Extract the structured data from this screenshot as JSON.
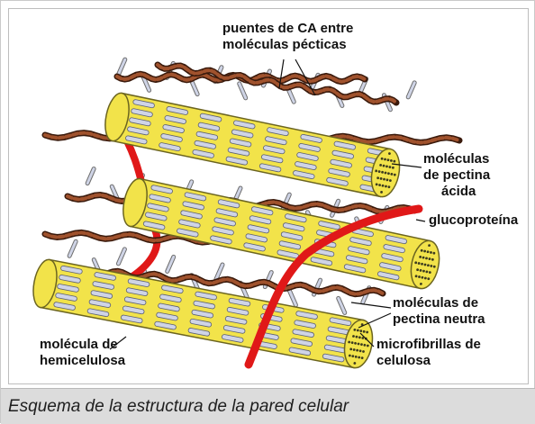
{
  "labels": {
    "puentes_line1": "puentes de CA entre",
    "puentes_line2": "moléculas pécticas",
    "acida_line1": "moléculas",
    "acida_line2": "de pectina",
    "acida_line3": "ácida",
    "glucoproteina": "glucoproteína",
    "neutra_line1": "moléculas de",
    "neutra_line2": "pectina neutra",
    "hemi_line1": "molécula de",
    "hemi_line2": "hemicelulosa",
    "micro_line1": "microfibrillas de",
    "micro_line2": "celulosa"
  },
  "caption": "Esquema de la estructura de la pared celular",
  "colors": {
    "cellulose": "#f2e34a",
    "cellulose_edge": "#6b6420",
    "pectin": "#a0522d",
    "glycoprotein": "#e01818",
    "hemicellulose": "#cfd4e6"
  }
}
